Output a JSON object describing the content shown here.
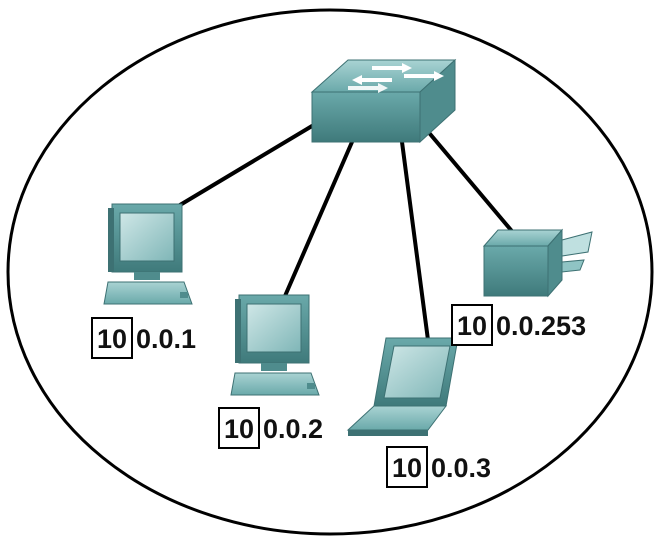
{
  "devices": [
    {
      "type": "pc",
      "network": "10",
      "host": "0.0.1"
    },
    {
      "type": "pc",
      "network": "10",
      "host": "0.0.2"
    },
    {
      "type": "laptop",
      "network": "10",
      "host": "0.0.3"
    },
    {
      "type": "printer",
      "network": "10",
      "host": "0.0.253"
    }
  ],
  "colors": {
    "device_face": "#5f9ea0",
    "device_light": "#8fc4c4",
    "device_dark": "#3d7173",
    "boundary": "#000000",
    "link": "#000000"
  },
  "icons": {
    "switch": "network-switch-icon",
    "pc": "desktop-computer-icon",
    "laptop": "laptop-icon",
    "printer": "printer-icon"
  }
}
